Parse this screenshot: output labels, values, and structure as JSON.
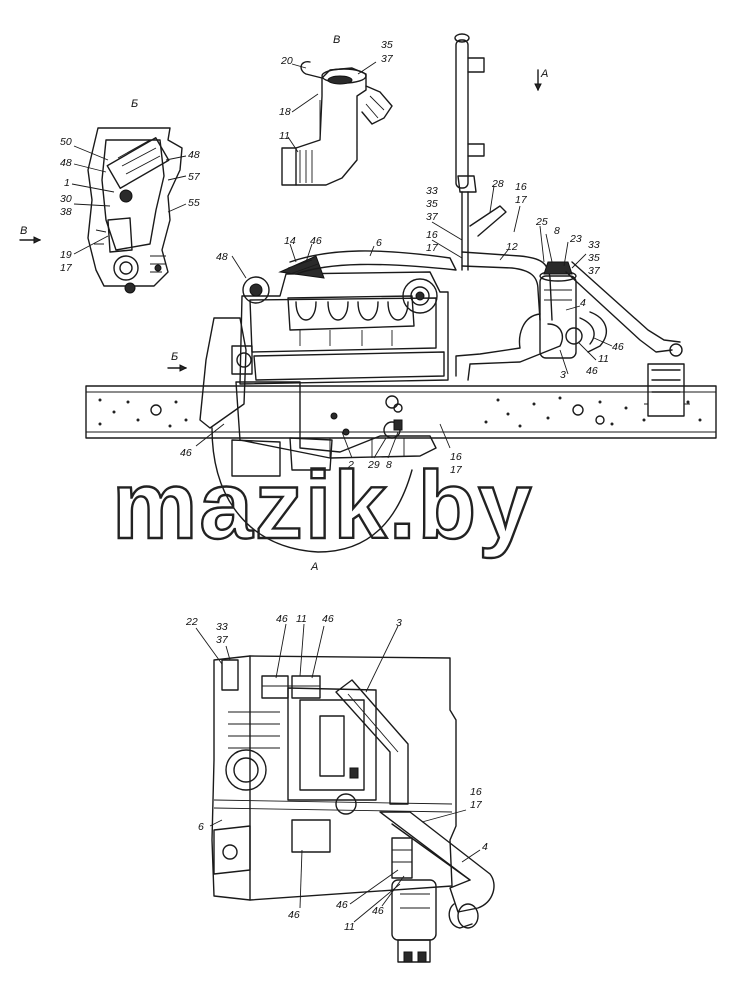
{
  "watermark": "mazik.by",
  "views": {
    "view_A_title": "А",
    "view_B_title": "Б",
    "view_V_title": "В",
    "arrow_A": "А",
    "arrow_B": "Б",
    "arrow_V": "В"
  },
  "labels": {
    "v_20": "20",
    "v_35_37": [
      "35",
      "37"
    ],
    "v_18": "18",
    "v_11": "11",
    "b_50": "50",
    "b_48a": "48",
    "b_48b": "48",
    "b_1": "1",
    "b_57": "57",
    "b_30_38": [
      "30",
      "38"
    ],
    "b_55": "55",
    "b_19_17": [
      "19",
      "17"
    ],
    "m_48": "48",
    "m_14": "14",
    "m_46a": "46",
    "m_6": "6",
    "m_33_35_37": [
      "33",
      "35",
      "37"
    ],
    "m_28": "28",
    "m_16_17a": [
      "16",
      "17"
    ],
    "m_16_17b": [
      "16",
      "17"
    ],
    "m_25": "25",
    "m_8a": "8",
    "m_23": "23",
    "m_33_35_37b": [
      "33",
      "35",
      "37"
    ],
    "m_12": "12",
    "m_4": "4",
    "m_46b": "46",
    "m_11": "11",
    "m_46c": "46",
    "m_3": "3",
    "m_46d": "46",
    "m_2": "2",
    "m_29": "29",
    "m_8b": "8",
    "m_16_17c": [
      "16",
      "17"
    ],
    "a_22": "22",
    "a_33_37": [
      "33",
      "37"
    ],
    "a_46a": "46",
    "a_11a": "11",
    "a_46b": "46",
    "a_3": "3",
    "a_6": "6",
    "a_16_17": [
      "16",
      "17"
    ],
    "a_4": "4",
    "a_46c": "46",
    "a_46d": "46",
    "a_11b": "11",
    "a_46e": "46"
  }
}
